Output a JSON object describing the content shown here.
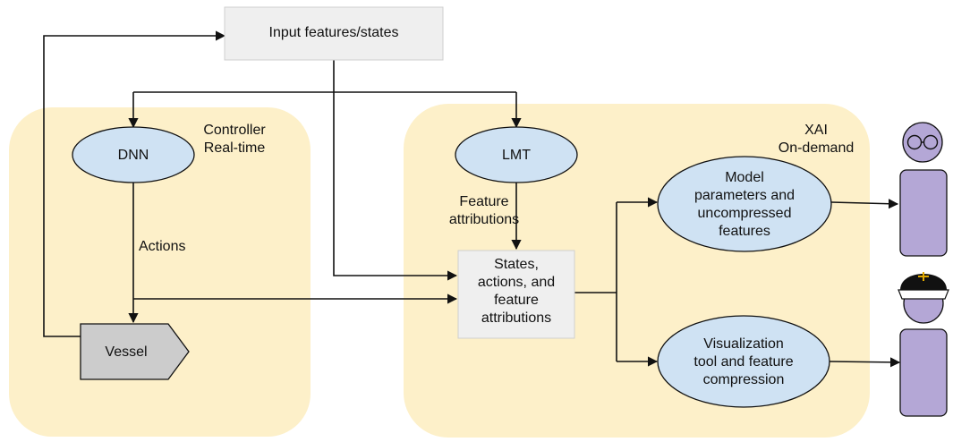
{
  "regions": {
    "controller": {
      "line1": "Controller",
      "line2": "Real-time"
    },
    "xai": {
      "line1": "XAI",
      "line2": "On-demand"
    }
  },
  "nodes": {
    "input": {
      "label": "Input features/states"
    },
    "dnn": {
      "label": "DNN"
    },
    "lmt": {
      "label": "LMT"
    },
    "vessel": {
      "label": "Vessel"
    },
    "states": {
      "lines": [
        "States,",
        "actions, and",
        "feature",
        "attributions"
      ]
    },
    "model_params": {
      "lines": [
        "Model",
        "parameters and",
        "uncompressed",
        "features"
      ]
    },
    "visualization": {
      "lines": [
        "Visualization",
        "tool and feature",
        "compression"
      ]
    }
  },
  "edge_labels": {
    "actions": "Actions",
    "feature_attributions": [
      "Feature",
      "attributions"
    ]
  },
  "users": [
    {
      "icon": "researcher-with-glasses-icon"
    },
    {
      "icon": "ship-captain-icon"
    }
  ],
  "colors": {
    "region_fill": "#fdf0c9",
    "ellipse_fill": "#cfe2f3",
    "box_fill": "#efefef",
    "vessel_fill": "#cccccc",
    "person_fill": "#b4a7d6"
  }
}
